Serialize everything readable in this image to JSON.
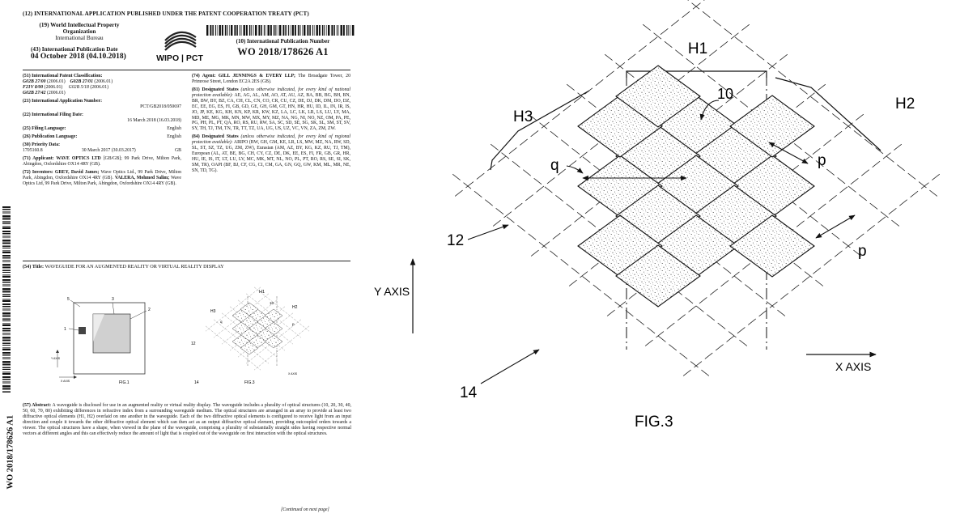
{
  "header": {
    "treaty_line": "(12) INTERNATIONAL APPLICATION PUBLISHED UNDER THE PATENT COOPERATION TREATY (PCT)",
    "org_line1": "(19) World Intellectual Property",
    "org_line2": "Organization",
    "org_line3": "International Bureau",
    "pub_date_label": "(43) International Publication Date",
    "pub_date": "04 October 2018 (04.10.2018)",
    "logo_text": "WIPO | PCT",
    "pub_number_label": "(10) International Publication Number",
    "pub_number": "WO 2018/178626 A1"
  },
  "left_col": {
    "f51_label": "(51) International Patent Classification:",
    "f51_l1a": "G02B 27/00",
    "f51_l1b": " (2006.01)",
    "f51_l1c": "G02B 27/01",
    "f51_l1d": " (2006.01)",
    "f51_l2a": "F21V 8/00",
    "f51_l2b": " (2006.01)",
    "f51_l2c": "G02B 5/18",
    "f51_l2d": " (2006.01)",
    "f51_l3a": "G02B 27/42",
    "f51_l3b": " (2006.01)",
    "f21_label": "(21) International Application Number:",
    "f21_value": "PCT/GB2018/050697",
    "f22_label": "(22) International Filing Date:",
    "f22_value": "16 March 2018 (16.03.2018)",
    "f25_label": "(25) Filing Language:",
    "f25_value": "English",
    "f26_label": "(26) Publication Language:",
    "f26_value": "English",
    "f30_label": "(30) Priority Data:",
    "f30_num": "1705160.8",
    "f30_date": "30 March 2017 (30.03.2017)",
    "f30_cc": "GB",
    "f71_label": "(71) Applicant: WAVE OPTICS LTD",
    "f71_text": " [GB/GB]; 99 Park Drive, Milton Park, Abingdon, Oxfordshire OX14 4RY (GB).",
    "f72_label": "(72) Inventors: GREY, David James;",
    "f72_text1": " Wave Optics Ltd., 99 Park Drive, Milton Park, Abingdon, Oxfordshire OX14 4RY (GB). ",
    "f72_name2": "VALERA, Mohmed Salim;",
    "f72_text2": " Wave Optics Ltd, 99 Park Drive, Milton Park, Abingdon, Oxfordshire OX14 4RY (GB)."
  },
  "right_col": {
    "f74_label": "(74) Agent: GILL JENNINGS & EVERY LLP;",
    "f74_text": " The Broadgate Tower, 20 Primrose Street, London EC2A 2ES (GB).",
    "f81_label": "(81) Designated States",
    "f81_italic": " (unless otherwise indicated, for every kind of national protection available):",
    "f81_text": " AE, AG, AL, AM, AO, AT, AU, AZ, BA, BB, BG, BH, BN, BR, BW, BY, BZ, CA, CH, CL, CN, CO, CR, CU, CZ, DE, DJ, DK, DM, DO, DZ, EC, EE, EG, ES, FI, GB, GD, GE, GH, GM, GT, HN, HR, HU, ID, IL, IN, IR, IS, JO, JP, KE, KG, KH, KN, KP, KR, KW, KZ, LA, LC, LK, LR, LS, LU, LY, MA, MD, ME, MG, MK, MN, MW, MX, MY, MZ, NA, NG, NI, NO, NZ, OM, PA, PE, PG, PH, PL, PT, QA, RO, RS, RU, RW, SA, SC, SD, SE, SG, SK, SL, SM, ST, SV, SY, TH, TJ, TM, TN, TR, TT, TZ, UA, UG, US, UZ, VC, VN, ZA, ZM, ZW.",
    "f84_label": "(84) Designated States",
    "f84_italic": " (unless otherwise indicated, for every kind of regional protection available):",
    "f84_text": " ARIPO (BW, GH, GM, KE, LR, LS, MW, MZ, NA, RW, SD, SL, ST, SZ, TZ, UG, ZM, ZW), Eurasian (AM, AZ, BY, KG, KZ, RU, TJ, TM), European (AL, AT, BE, BG, CH, CY, CZ, DE, DK, EE, ES, FI, FR, GB, GR, HR, HU, IE, IS, IT, LT, LU, LV, MC, MK, MT, NL, NO, PL, PT, RO, RS, SE, SI, SK, SM, TR), OAPI (BF, BJ, CF, CG, CI, CM, GA, GN, GQ, GW, KM, ML, MR, NE, SN, TD, TG)."
  },
  "title54": {
    "label": "(54) Title:",
    "text": " WAVEGUIDE FOR AN AUGMENTED REALITY OR VIRTUAL REALITY DISPLAY"
  },
  "abstract": {
    "label": "(57) Abstract:",
    "text": " A waveguide is disclosed for use in an augmented reality or virtual reality display. The waveguide includes a plurality of optical structures (10, 20, 30, 40, 50, 60, 70, 80) exhibiting differences in refractive index from a surrounding waveguide medium. The optical structures are arranged in an array to provide at least two diffractive optical elements (H1, H2) overlaid on one another in the waveguide. Each of the two diffractive optical elements is configured to receive light from an input direction and couple it towards the other diffractive optical element which can then act as an output diffractive optical element, providing outcoupled orders towards a viewer. The optical structures have a shape, when viewed in the plane of the waveguide, comprising a plurality of substantially straight sides having respective normal vectors at different angles and this can effectively reduce the amount of light that is coupled out of the waveguide on first interaction with the optical structures."
  },
  "footer": {
    "continued": "[Continued on next page]",
    "side_number": "WO 2018/178626 A1"
  },
  "thumbs": {
    "fig1_caption": "FIG.1",
    "fig1_n5": "5",
    "fig1_n3": "3",
    "fig1_n2": "2",
    "fig1_n1": "1",
    "fig1_yaxis": "Y AXIS",
    "fig1_xaxis": "X AXIS",
    "fig3_caption": "FIG.3",
    "fig3_H1": "H1",
    "fig3_H2": "H2",
    "fig3_H3": "H3",
    "fig3_n10": "10",
    "fig3_q": "q",
    "fig3_p": "p",
    "fig3_n12": "12",
    "fig3_n14": "14",
    "fig3_xaxis": "X AXIS"
  },
  "figure3": {
    "H1": "H1",
    "H2": "H2",
    "H3": "H3",
    "n10": "10",
    "q": "q",
    "p1": "p",
    "p2": "p",
    "n12": "12",
    "n14": "14",
    "yaxis": "Y AXIS",
    "xaxis": "X AXIS",
    "caption": "FIG.3"
  }
}
